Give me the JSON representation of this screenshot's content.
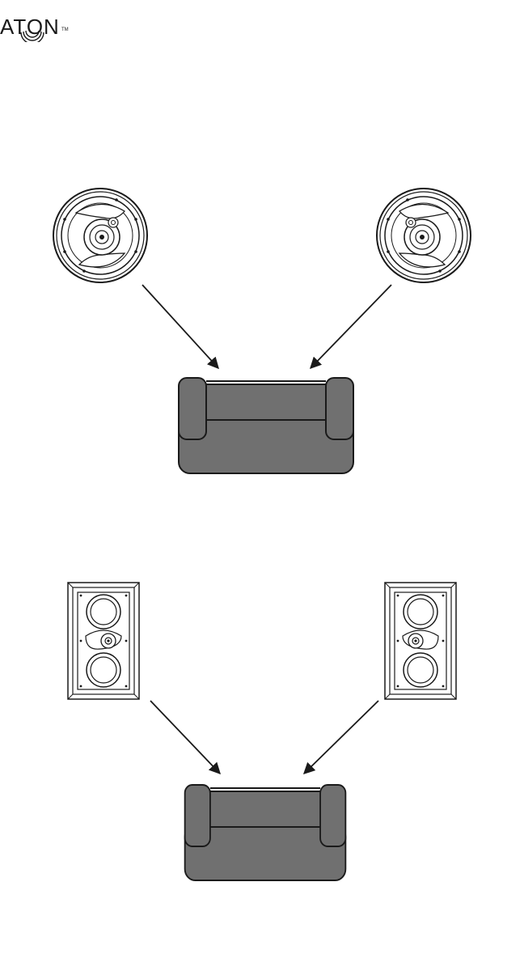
{
  "logo": {
    "text": "ATON",
    "tm": "TM"
  },
  "colors": {
    "stroke": "#1a1a1a",
    "couch_fill": "#707070",
    "background": "#ffffff"
  },
  "diagram": {
    "sections": [
      {
        "name": "in-ceiling-speaker-placement",
        "speaker_type": "round-in-ceiling",
        "icons": [
          "round-speaker-icon",
          "round-speaker-icon",
          "couch-icon"
        ]
      },
      {
        "name": "in-wall-speaker-placement",
        "speaker_type": "rectangular-in-wall",
        "icons": [
          "rectangular-speaker-icon",
          "rectangular-speaker-icon",
          "couch-icon"
        ]
      }
    ]
  }
}
